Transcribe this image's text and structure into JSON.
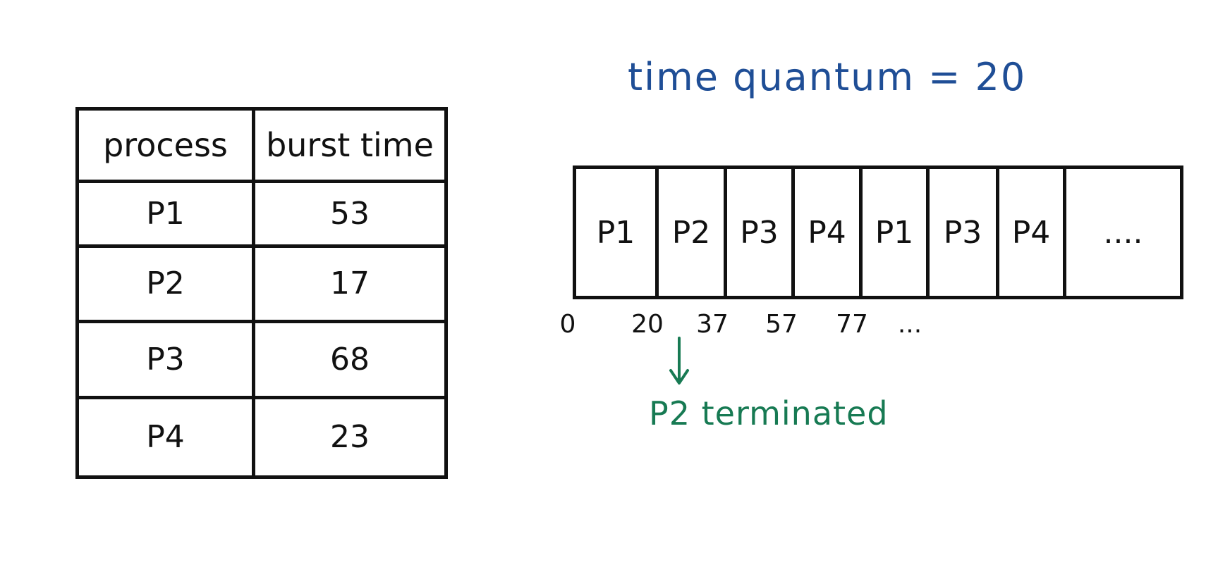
{
  "diagram": {
    "title": "time quantum = 20",
    "title_color": "#1f4e96",
    "note": "P2 terminated",
    "note_color": "#177a53",
    "table": {
      "headers": [
        "process",
        "burst time"
      ],
      "rows": [
        {
          "process": "P1",
          "burst": "53"
        },
        {
          "process": "P2",
          "burst": "17"
        },
        {
          "process": "P3",
          "burst": "68"
        },
        {
          "process": "P4",
          "burst": "23"
        }
      ]
    },
    "gantt": {
      "segments": [
        "P1",
        "P2",
        "P3",
        "P4",
        "P1",
        "P3",
        "P4",
        "...."
      ],
      "ticks": [
        "0",
        "20",
        "37",
        "57",
        "77",
        "..."
      ]
    }
  }
}
